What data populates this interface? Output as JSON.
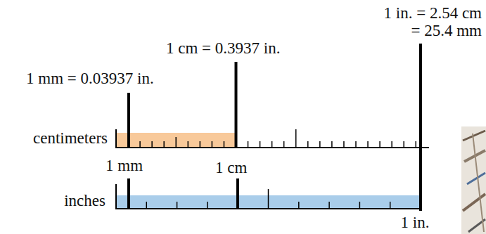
{
  "diagram": {
    "labels": [
      "1 in. = 2.54 cm",
      "= 25.4 mm",
      "1 cm = 0.3937 in.",
      "1 mm = 0.03937 in.",
      "centimeters",
      "1 mm",
      "1 cm",
      "inches",
      "1 in."
    ]
  }
}
